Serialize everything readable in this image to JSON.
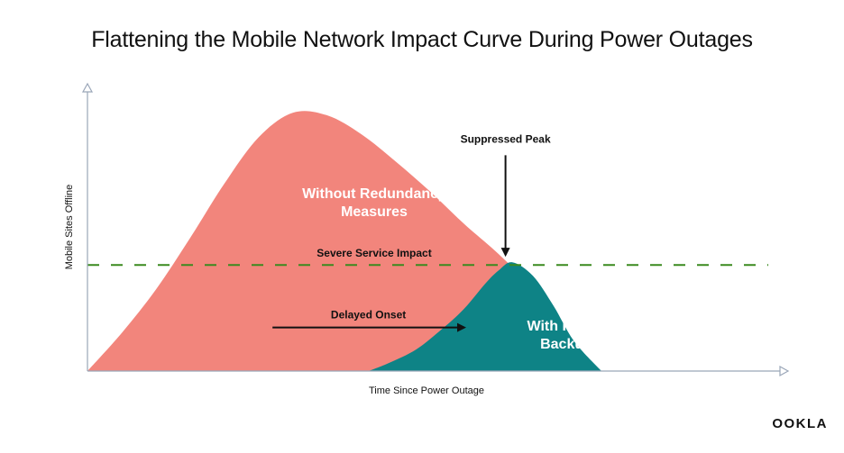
{
  "title": "Flattening the Mobile Network Impact Curve During Power Outages",
  "logo_text": "OOKLA",
  "colors": {
    "without": "#f2857c",
    "with": "#0e8386",
    "threshold": "#3a8a1f",
    "axis": "#9aa6b8"
  },
  "chart_data": {
    "type": "area",
    "xlabel": "Time Since Power Outage",
    "ylabel": "Mobile Sites Offline",
    "xlim": [
      0,
      100
    ],
    "ylim": [
      0,
      100
    ],
    "grid": false,
    "series": [
      {
        "name": "Without Redundancy Measures",
        "x": [
          0,
          5,
          10,
          15,
          20,
          25,
          30,
          35,
          40,
          45,
          50,
          55,
          60,
          65,
          70,
          73
        ],
        "y": [
          0,
          14,
          30,
          49,
          69,
          86,
          95,
          94,
          87,
          77,
          66,
          54,
          43,
          30,
          12,
          0
        ]
      },
      {
        "name": "With Power Backup",
        "x": [
          41,
          44,
          48,
          52,
          55,
          58,
          60,
          62,
          65,
          68,
          71,
          75
        ],
        "y": [
          0,
          3,
          8,
          16,
          23,
          32,
          37,
          40,
          35,
          24,
          11,
          0
        ]
      }
    ],
    "threshold": {
      "label": "Severe Service Impact",
      "y": 39
    },
    "annotations": [
      {
        "label": "Suppressed Peak",
        "type": "arrow-down",
        "x": 61,
        "y_from": 82,
        "y_to": 42
      },
      {
        "label": "Delayed Onset",
        "type": "arrow-right",
        "y": 16,
        "x_from": 27,
        "x_to": 55
      }
    ]
  }
}
